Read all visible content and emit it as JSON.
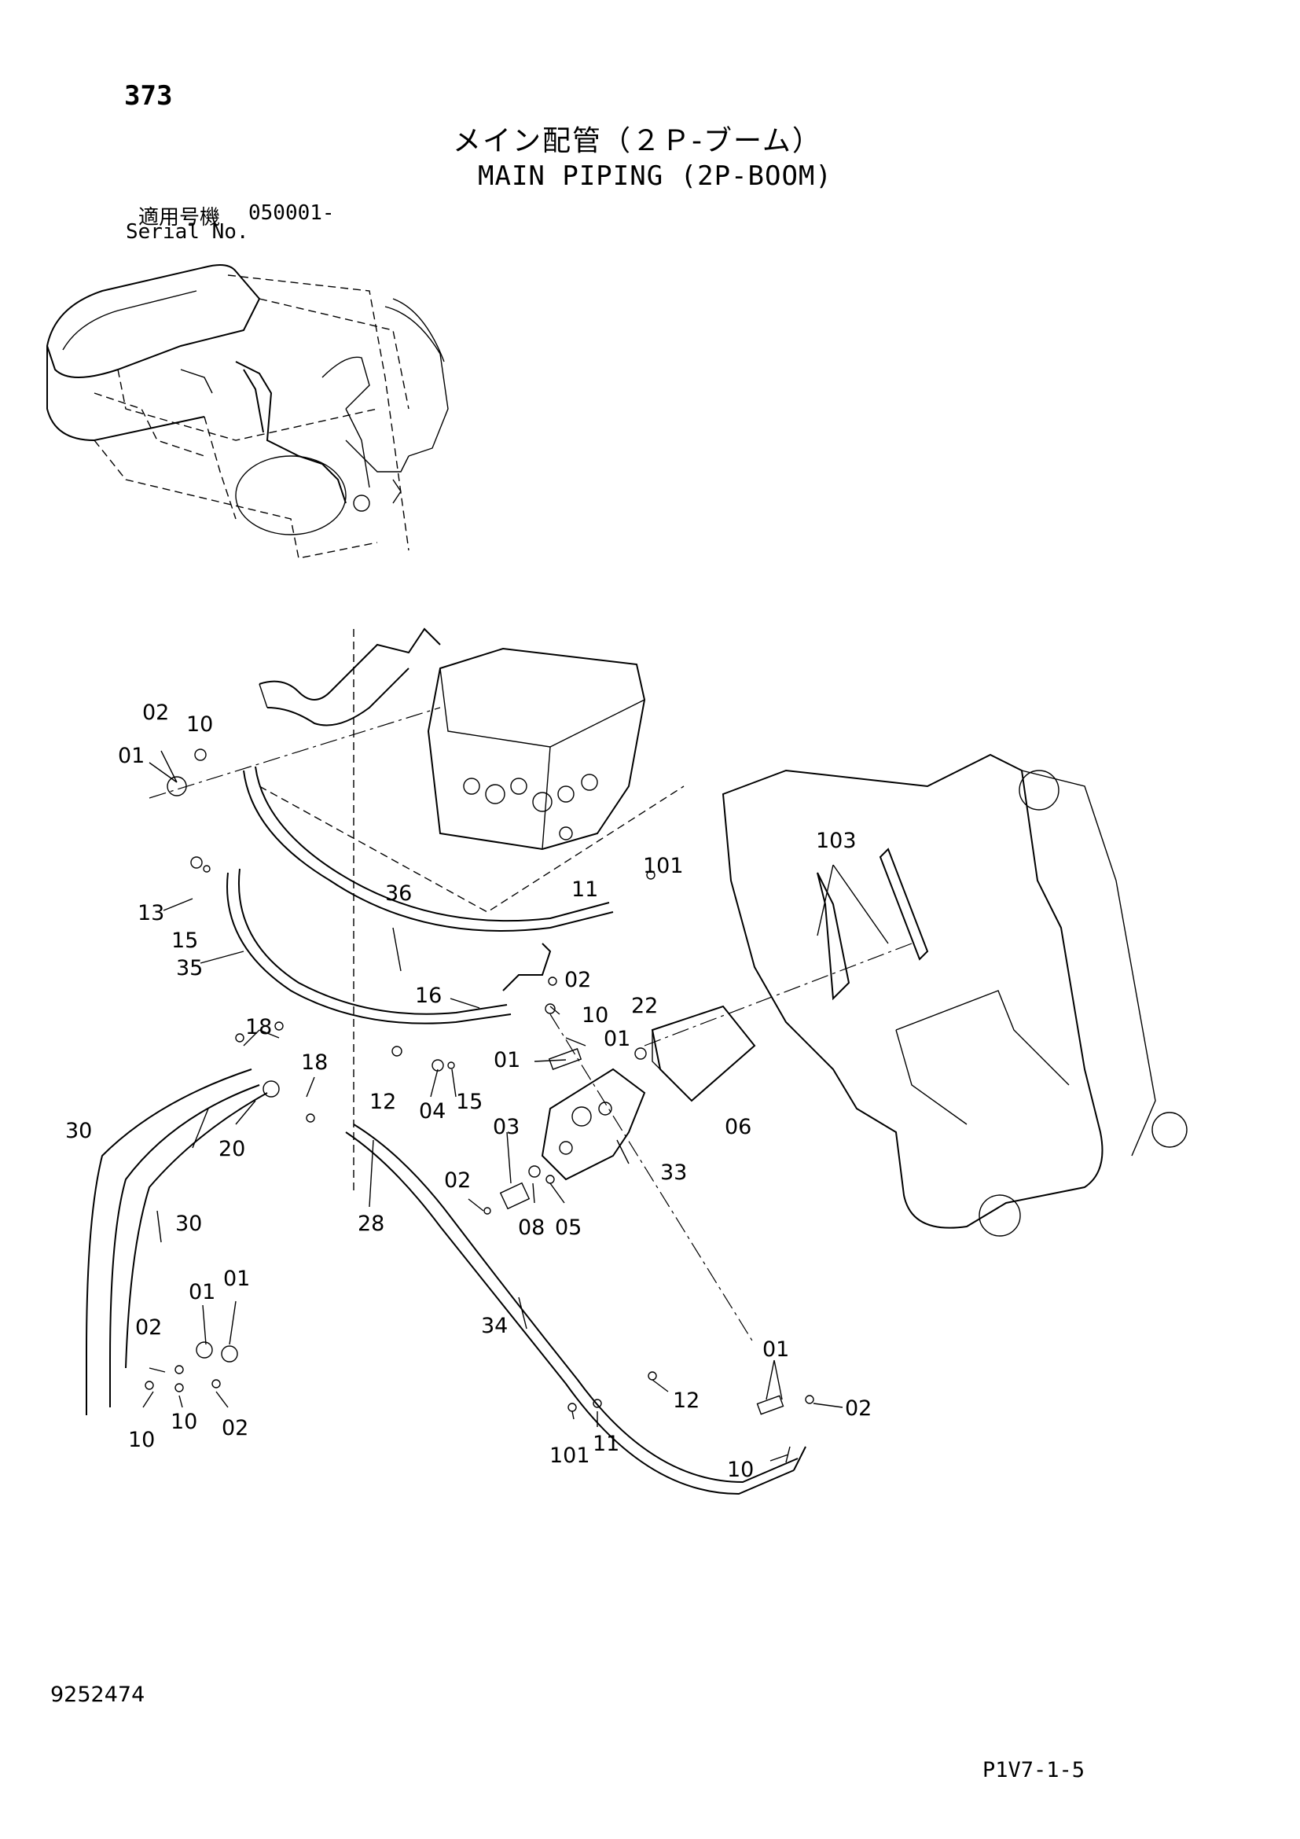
{
  "page_number": "373",
  "title_jp": "メイン配管（２Ｐ-ブーム）",
  "title_en": "MAIN PIPING (2P-BOOM)",
  "serial": {
    "label_jp": "適用号機",
    "label_en": "Serial No.",
    "value": "050001-"
  },
  "doc_number": "9252474",
  "page_code": "P1V7-1-5",
  "callouts": [
    {
      "id": "c01a",
      "label": "01"
    },
    {
      "id": "c02a",
      "label": "02"
    },
    {
      "id": "c10a",
      "label": "10"
    },
    {
      "id": "c13",
      "label": "13"
    },
    {
      "id": "c15a",
      "label": "15"
    },
    {
      "id": "c36",
      "label": "36"
    },
    {
      "id": "c11a",
      "label": "11"
    },
    {
      "id": "c101a",
      "label": "101"
    },
    {
      "id": "c35",
      "label": "35"
    },
    {
      "id": "c103",
      "label": "103"
    },
    {
      "id": "c16",
      "label": "16"
    },
    {
      "id": "c02b",
      "label": "02"
    },
    {
      "id": "c10b",
      "label": "10"
    },
    {
      "id": "c22",
      "label": "22"
    },
    {
      "id": "c01b",
      "label": "01"
    },
    {
      "id": "c01c",
      "label": "01"
    },
    {
      "id": "c18a",
      "label": "18"
    },
    {
      "id": "c18b",
      "label": "18"
    },
    {
      "id": "c12a",
      "label": "12"
    },
    {
      "id": "c04",
      "label": "04"
    },
    {
      "id": "c15b",
      "label": "15"
    },
    {
      "id": "c06",
      "label": "06"
    },
    {
      "id": "c30a",
      "label": "30"
    },
    {
      "id": "c20",
      "label": "20"
    },
    {
      "id": "c03",
      "label": "03"
    },
    {
      "id": "c33",
      "label": "33"
    },
    {
      "id": "c02c",
      "label": "02"
    },
    {
      "id": "c28",
      "label": "28"
    },
    {
      "id": "c08",
      "label": "08"
    },
    {
      "id": "c05",
      "label": "05"
    },
    {
      "id": "c30b",
      "label": "30"
    },
    {
      "id": "c01d",
      "label": "01"
    },
    {
      "id": "c01e",
      "label": "01"
    },
    {
      "id": "c34",
      "label": "34"
    },
    {
      "id": "c02d",
      "label": "02"
    },
    {
      "id": "c01f",
      "label": "01"
    },
    {
      "id": "c12b",
      "label": "12"
    },
    {
      "id": "c02e",
      "label": "02"
    },
    {
      "id": "c10c",
      "label": "10"
    },
    {
      "id": "c10d",
      "label": "10"
    },
    {
      "id": "c02f",
      "label": "02"
    },
    {
      "id": "c101b",
      "label": "101"
    },
    {
      "id": "c11b",
      "label": "11"
    },
    {
      "id": "c10e",
      "label": "10"
    }
  ]
}
